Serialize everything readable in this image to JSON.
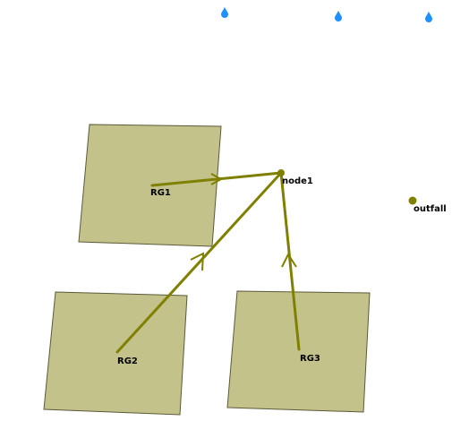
{
  "colors": {
    "subcatchment_fill": "#c3c28a",
    "subcatchment_stroke": "#5a5a3a",
    "link": "#808000",
    "node": "#808000",
    "rain_gage": "#1e90ff",
    "label": "#000000"
  },
  "icons": {
    "rain_gage": "raindrop-icon",
    "node": "junction-node-icon",
    "outfall": "outfall-node-icon"
  },
  "map": {
    "subcatchments": [
      {
        "id": "rg1",
        "label": "RG1"
      },
      {
        "id": "rg2",
        "label": "RG2"
      },
      {
        "id": "rg3",
        "label": "RG3"
      }
    ],
    "nodes": [
      {
        "id": "node1",
        "label": "node1",
        "type": "junction"
      },
      {
        "id": "outfall",
        "label": "outfall",
        "type": "outfall"
      }
    ],
    "rain_gages": [
      {
        "id": "gage1"
      },
      {
        "id": "gage2"
      },
      {
        "id": "gage3"
      }
    ]
  }
}
